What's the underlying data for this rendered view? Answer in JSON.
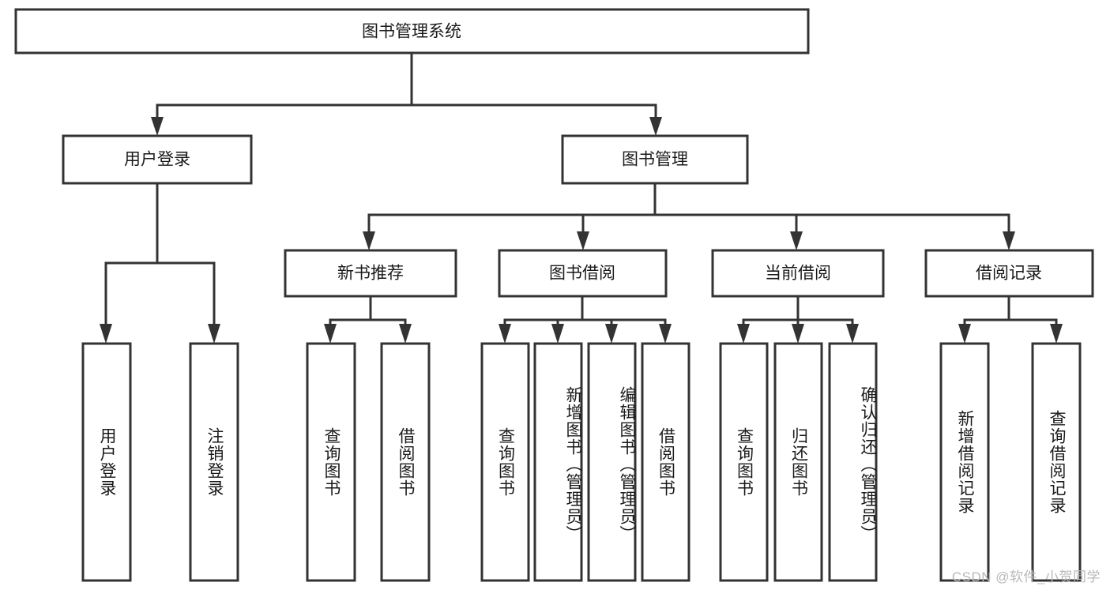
{
  "diagram": {
    "type": "tree-hierarchy-chart",
    "title": "图书管理系统",
    "orientation": "top-down",
    "colors": {
      "box_stroke": "#333333",
      "box_fill": "#ffffff",
      "text": "#1a1a1a",
      "background": "#ffffff",
      "watermark": "#b8b8b8"
    },
    "root": {
      "label": "图书管理系统",
      "id": "root"
    },
    "level2": [
      {
        "id": "user-login",
        "label": "用户登录"
      },
      {
        "id": "book-manage",
        "label": "图书管理"
      }
    ],
    "level3": [
      {
        "id": "new-book-recommend",
        "label": "新书推荐",
        "parent": "book-manage"
      },
      {
        "id": "book-borrow",
        "label": "图书借阅",
        "parent": "book-manage"
      },
      {
        "id": "current-borrow",
        "label": "当前借阅",
        "parent": "book-manage"
      },
      {
        "id": "borrow-record",
        "label": "借阅记录",
        "parent": "book-manage"
      }
    ],
    "leaves": {
      "user-login": [
        {
          "id": "leaf-user-login",
          "label": "用户登录"
        },
        {
          "id": "leaf-user-logout",
          "label": "注销登录"
        }
      ],
      "new-book-recommend": [
        {
          "id": "leaf-query-book-1",
          "label": "查询图书"
        },
        {
          "id": "leaf-borrow-book-1",
          "label": "借阅图书"
        }
      ],
      "book-borrow": [
        {
          "id": "leaf-query-book-2",
          "label": "查询图书"
        },
        {
          "id": "leaf-add-book",
          "label": "新增图书（管理员）"
        },
        {
          "id": "leaf-edit-book",
          "label": "编辑图书（管理员）"
        },
        {
          "id": "leaf-borrow-book-2",
          "label": "借阅图书"
        }
      ],
      "current-borrow": [
        {
          "id": "leaf-query-book-3",
          "label": "查询图书"
        },
        {
          "id": "leaf-return-book",
          "label": "归还图书"
        },
        {
          "id": "leaf-confirm-return",
          "label": "确认归还（管理员）"
        }
      ],
      "borrow-record": [
        {
          "id": "leaf-add-record",
          "label": "新增借阅记录"
        },
        {
          "id": "leaf-query-record",
          "label": "查询借阅记录"
        }
      ]
    }
  },
  "watermark": {
    "text": "CSDN @软件_小贺同学"
  }
}
